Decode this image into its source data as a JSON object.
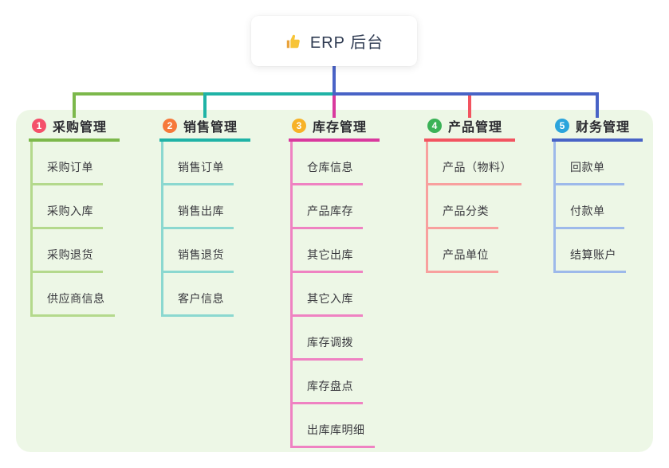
{
  "root": {
    "label": "ERP 后台",
    "icon": "thumbs-up"
  },
  "colors": {
    "canvas_bg": "#ffffff",
    "panel_bg": "#edf7e6",
    "root_line": "#4a63c7",
    "root_text": "#2f3b52",
    "title_text": "#2b2b30",
    "child_text": "#3a3a3f",
    "thumb_main": "#f7c437",
    "thumb_cuff": "#e9a23b"
  },
  "branches": [
    {
      "num": "1",
      "label": "采购管理",
      "badge_color": "#f4506a",
      "line_color": "#7cb84b",
      "light_color": "#b4d98c",
      "children": [
        "采购订单",
        "采购入库",
        "采购退货",
        "供应商信息"
      ]
    },
    {
      "num": "2",
      "label": "销售管理",
      "badge_color": "#f6793b",
      "line_color": "#1fb3a6",
      "light_color": "#8bd8d0",
      "children": [
        "销售订单",
        "销售出库",
        "销售退货",
        "客户信息"
      ]
    },
    {
      "num": "3",
      "label": "库存管理",
      "badge_color": "#f7b227",
      "line_color": "#d9399e",
      "light_color": "#ef82c2",
      "children": [
        "仓库信息",
        "产品库存",
        "其它出库",
        "其它入库",
        "库存调拨",
        "库存盘点",
        "出库库明细"
      ]
    },
    {
      "num": "4",
      "label": "产品管理",
      "badge_color": "#3bb257",
      "line_color": "#f25460",
      "light_color": "#f8a09e",
      "children": [
        "产品（物料）",
        "产品分类",
        "产品单位"
      ]
    },
    {
      "num": "5",
      "label": "财务管理",
      "badge_color": "#2ba4dc",
      "line_color": "#4863c6",
      "light_color": "#9db9ea",
      "children": [
        "回款单",
        "付款单",
        "结算账户"
      ]
    }
  ]
}
